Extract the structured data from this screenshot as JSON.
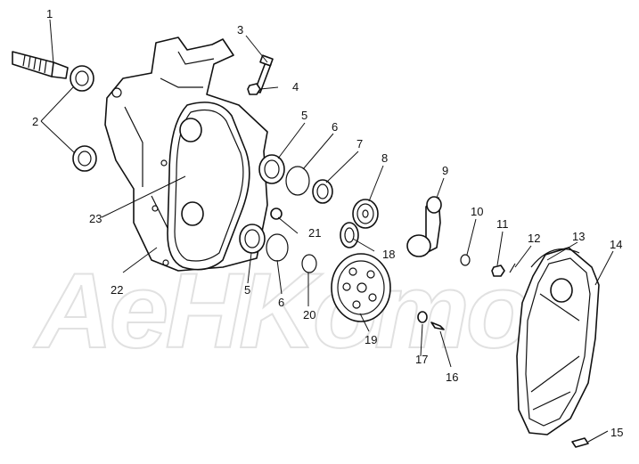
{
  "watermark": {
    "text": "AeHKomo"
  },
  "callouts": [
    {
      "id": "c1",
      "label": "1"
    },
    {
      "id": "c2",
      "label": "2"
    },
    {
      "id": "c3",
      "label": "3"
    },
    {
      "id": "c4",
      "label": "4"
    },
    {
      "id": "c5a",
      "label": "5"
    },
    {
      "id": "c6a",
      "label": "6"
    },
    {
      "id": "c7",
      "label": "7"
    },
    {
      "id": "c8",
      "label": "8"
    },
    {
      "id": "c9",
      "label": "9"
    },
    {
      "id": "c10",
      "label": "10"
    },
    {
      "id": "c11",
      "label": "11"
    },
    {
      "id": "c12",
      "label": "12"
    },
    {
      "id": "c13",
      "label": "13"
    },
    {
      "id": "c14",
      "label": "14"
    },
    {
      "id": "c15",
      "label": "15"
    },
    {
      "id": "c16",
      "label": "16"
    },
    {
      "id": "c17",
      "label": "17"
    },
    {
      "id": "c18",
      "label": "18"
    },
    {
      "id": "c19",
      "label": "19"
    },
    {
      "id": "c20",
      "label": "20"
    },
    {
      "id": "c21",
      "label": "21"
    },
    {
      "id": "c22",
      "label": "22"
    },
    {
      "id": "c23",
      "label": "23"
    },
    {
      "id": "c5b",
      "label": "5"
    },
    {
      "id": "c6b",
      "label": "6"
    }
  ]
}
